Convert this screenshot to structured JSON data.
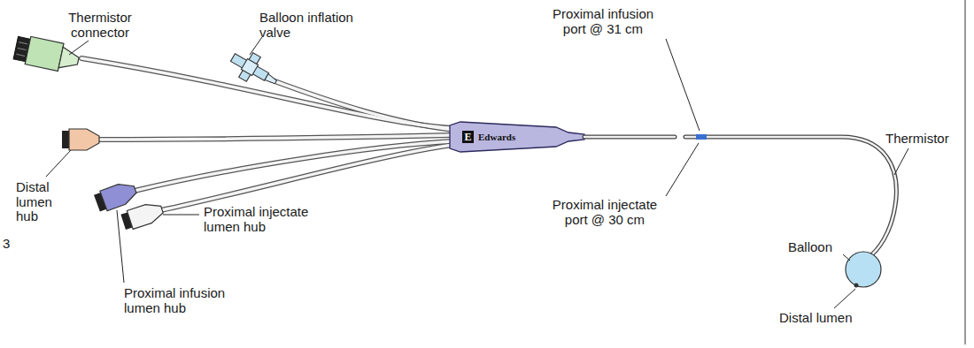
{
  "diagram": {
    "labels": [
      "Thermistor connector",
      "Balloon inflation valve",
      "Distal lumen hub",
      "Proximal injectate lumen hub",
      "Proximal infusion lumen hub",
      "Proximal infusion port @ 31 cm",
      "Proximal injectate port @ 30 cm",
      "Thermistor",
      "Balloon",
      "Distal lumen",
      "E",
      "Edwards",
      "3"
    ]
  }
}
